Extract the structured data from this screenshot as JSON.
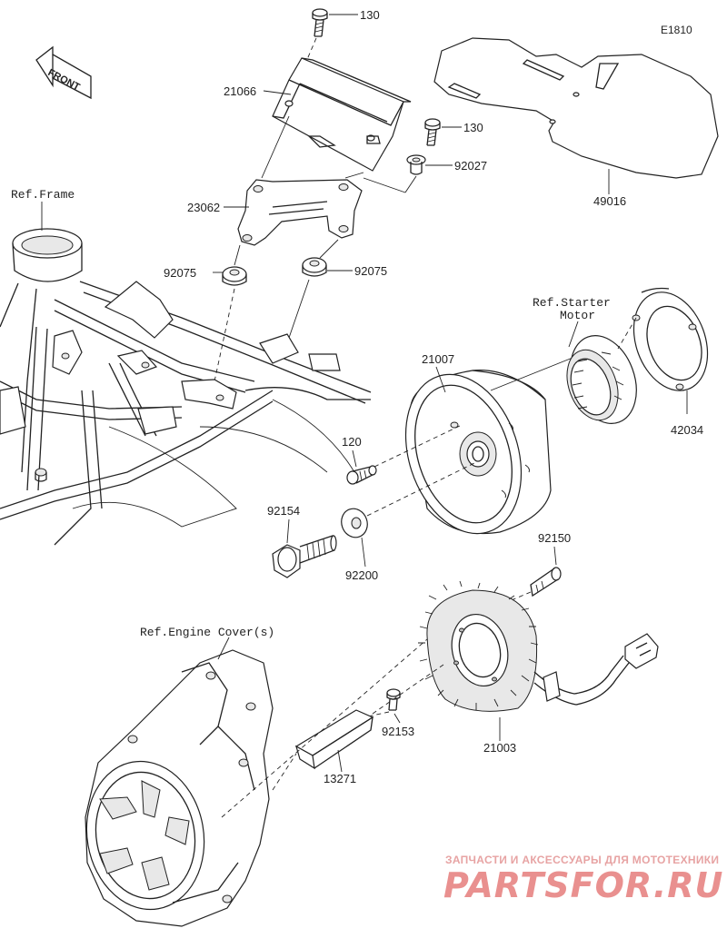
{
  "diagram_code": "E1810",
  "front_label": "FRONT",
  "refs": {
    "frame": "Ref.Frame",
    "starter_motor_line1": "Ref.Starter",
    "starter_motor_line2": "Motor",
    "engine_cover": "Ref.Engine Cover(s)"
  },
  "parts": {
    "bolt_top": "130",
    "bracket_box": "21066",
    "bracket_plate": "23062",
    "grommet_left": "92075",
    "grommet_right": "92075",
    "bolt_right": "130",
    "collar": "92027",
    "cover_plate": "49016",
    "rotor": "21007",
    "clutch": "42034",
    "bolt_small": "120",
    "flange_bolt": "92154",
    "washer": "92200",
    "stator_bolt": "92150",
    "stator": "21003",
    "bolt_holder": "92153",
    "holder": "13271"
  },
  "watermark": {
    "tagline": "ЗАПЧАСТИ И АКСЕССУАРЫ ДЛЯ МОТОТЕХНИКИ",
    "brand": "PARTSFOR.RU"
  },
  "colors": {
    "line": "#222222",
    "watermark": "#e9908f"
  }
}
